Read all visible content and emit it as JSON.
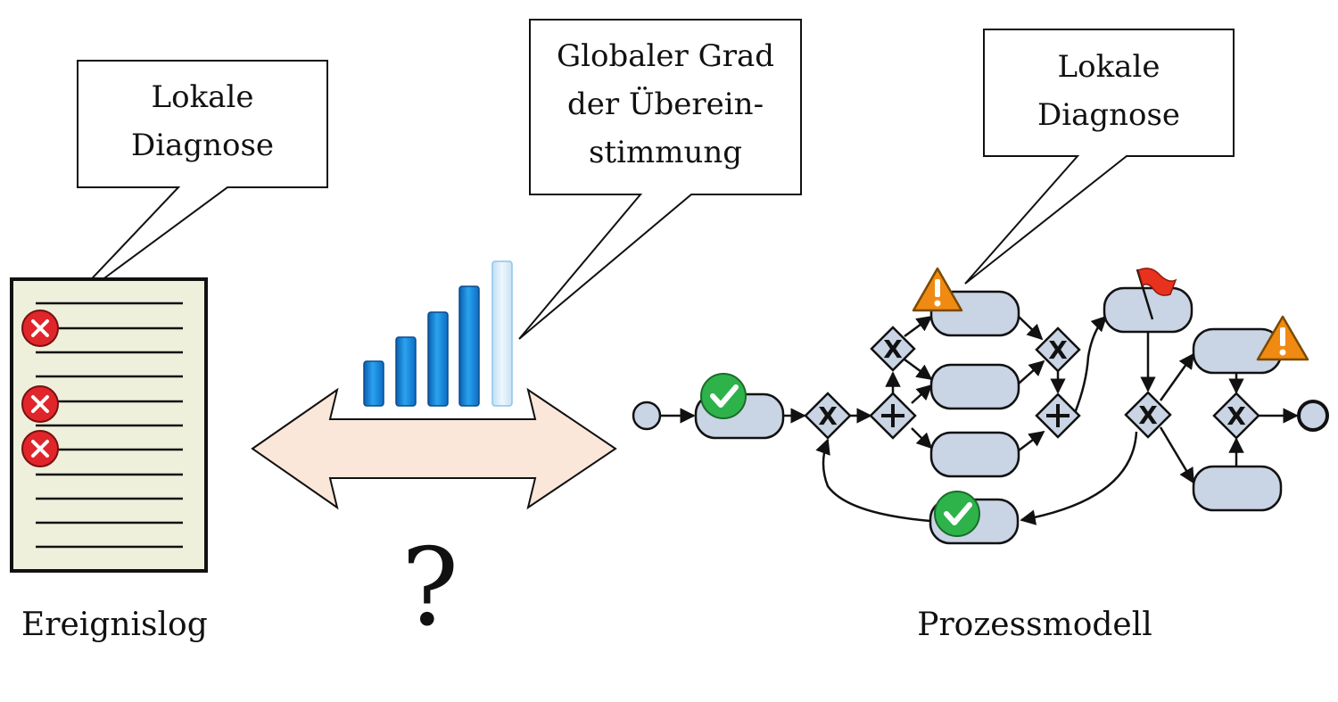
{
  "labels": {
    "event_log": "Ereignislog",
    "process_model": "Prozessmodell",
    "question": "?"
  },
  "callouts": {
    "left": [
      "Lokale",
      "Diagnose"
    ],
    "middle": [
      "Globaler Grad",
      "der Überein-",
      "stimmung"
    ],
    "right": [
      "Lokale",
      "Diagnose"
    ]
  },
  "colors": {
    "error_marker": "#e0262a",
    "ok_marker": "#2db34a",
    "warning_marker": "#f08a12",
    "flag": "#e8321e",
    "task_fill": "#c9d4e4",
    "document_fill": "#eef0dc",
    "arrow_fill": "#fbe7d9",
    "bar_blue": "#1e8fe0"
  },
  "icons": {
    "error": "error-x-icon",
    "ok": "check-icon",
    "warning": "warning-icon",
    "flag": "flag-icon",
    "gateway_xor": "xor-gateway-icon",
    "gateway_and": "and-gateway-icon"
  }
}
